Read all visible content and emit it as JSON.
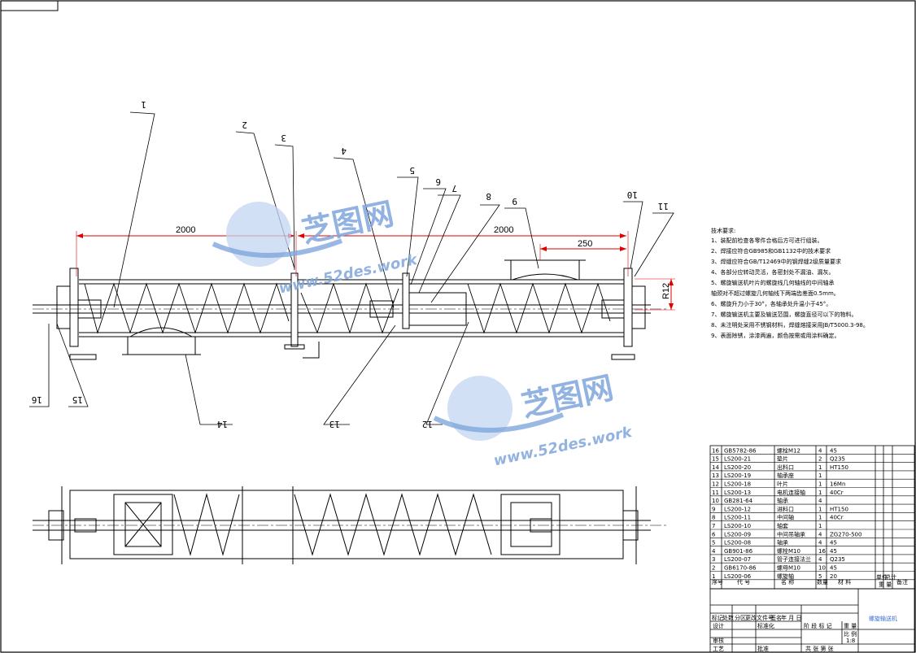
{
  "drawing": {
    "dimensions": {
      "left_length": "2000",
      "right_length": "2000",
      "top_250": "250",
      "side_r": "R12"
    },
    "balloons": [
      "1",
      "2",
      "3",
      "4",
      "5",
      "6",
      "7",
      "8",
      "9",
      "10",
      "11",
      "12",
      "13",
      "14",
      "15",
      "16"
    ],
    "tech_req_title": "技术要求:",
    "tech_req": [
      "1、装配前检查各零件合格后方可进行组装。",
      "2、焊接应符合GB985和GB1132中的技术要求",
      "3、焊缝应符合GB/T12469中的钢焊缝2级质量要求",
      "4、各部分应转动灵活，各密封处不漏油、漏灰。",
      "5、螺旋输送机叶片的螺旋线几何轴线的中间轴承",
      "轴颈对不超过螺旋几何轴线下两端齿差面0.5mm。",
      "6、螺旋升力小于30°，各轴承处升温小于45°。",
      "7、螺旋输送机主要及输送范围，螺旋直径可以下的物料。",
      "8、未注明处采用不锈钢材料，焊缝熔接采用JB/T5000.3-98。",
      "9、表面除锈，涂漆两遍，颜色按需或用涂料确定。"
    ],
    "watermark": {
      "brand": "芝图网",
      "url": "www.52des.work"
    },
    "bom": [
      {
        "no": "16",
        "code": "GB5782-86",
        "name": "螺栓M12",
        "qty": "4",
        "mat": "45"
      },
      {
        "no": "15",
        "code": "LS200-21",
        "name": "垫片",
        "qty": "2",
        "mat": "Q235"
      },
      {
        "no": "14",
        "code": "LS200-20",
        "name": "出料口",
        "qty": "1",
        "mat": "HT150"
      },
      {
        "no": "13",
        "code": "LS200-19",
        "name": "轴承座",
        "qty": "1",
        "mat": ""
      },
      {
        "no": "12",
        "code": "LS200-18",
        "name": "叶片",
        "qty": "1",
        "mat": "16Mn"
      },
      {
        "no": "11",
        "code": "LS200-13",
        "name": "电机连接轴",
        "qty": "1",
        "mat": "40Cr"
      },
      {
        "no": "10",
        "code": "GB281-64",
        "name": "轴承",
        "qty": "4",
        "mat": ""
      },
      {
        "no": "9",
        "code": "LS200-12",
        "name": "进料口",
        "qty": "1",
        "mat": "HT150"
      },
      {
        "no": "8",
        "code": "LS200-11",
        "name": "中间轴",
        "qty": "1",
        "mat": "40Cr"
      },
      {
        "no": "7",
        "code": "LS200-10",
        "name": "轴套",
        "qty": "1",
        "mat": ""
      },
      {
        "no": "6",
        "code": "LS200-09",
        "name": "中间吊轴承",
        "qty": "4",
        "mat": "ZG270-500"
      },
      {
        "no": "5",
        "code": "LS200-08",
        "name": "轴承",
        "qty": "4",
        "mat": "45"
      },
      {
        "no": "4",
        "code": "GB901-86",
        "name": "螺栓M10",
        "qty": "16",
        "mat": "45"
      },
      {
        "no": "3",
        "code": "LS200-07",
        "name": "管子连接法兰",
        "qty": "4",
        "mat": "Q235"
      },
      {
        "no": "2",
        "code": "GB6170-86",
        "name": "螺母M10",
        "qty": "10",
        "mat": "45"
      },
      {
        "no": "1",
        "code": "LS200-06",
        "name": "螺旋轴",
        "qty": "5",
        "mat": "20"
      }
    ],
    "bom_header": {
      "no": "序号",
      "code": "代 号",
      "name": "名 称",
      "qty": "数量",
      "mat": "材 料",
      "unit_w": "单件",
      "total_w": "总计",
      "weight": "重 量",
      "note": "备注"
    },
    "title_block": {
      "drawing_name": "螺旋输送机",
      "scale": "1:8",
      "labels_row": [
        "标记",
        "处数",
        "分区",
        "更改文件号",
        "签名",
        "年 月 日"
      ],
      "left_labels": [
        "设计",
        "审核",
        "工艺"
      ],
      "mid_labels": [
        "标准化",
        "批准"
      ],
      "stage": "阶 段 标 记",
      "weight": "重 量",
      "ratio": "比 例",
      "sheets": "共  张  第  张"
    }
  }
}
